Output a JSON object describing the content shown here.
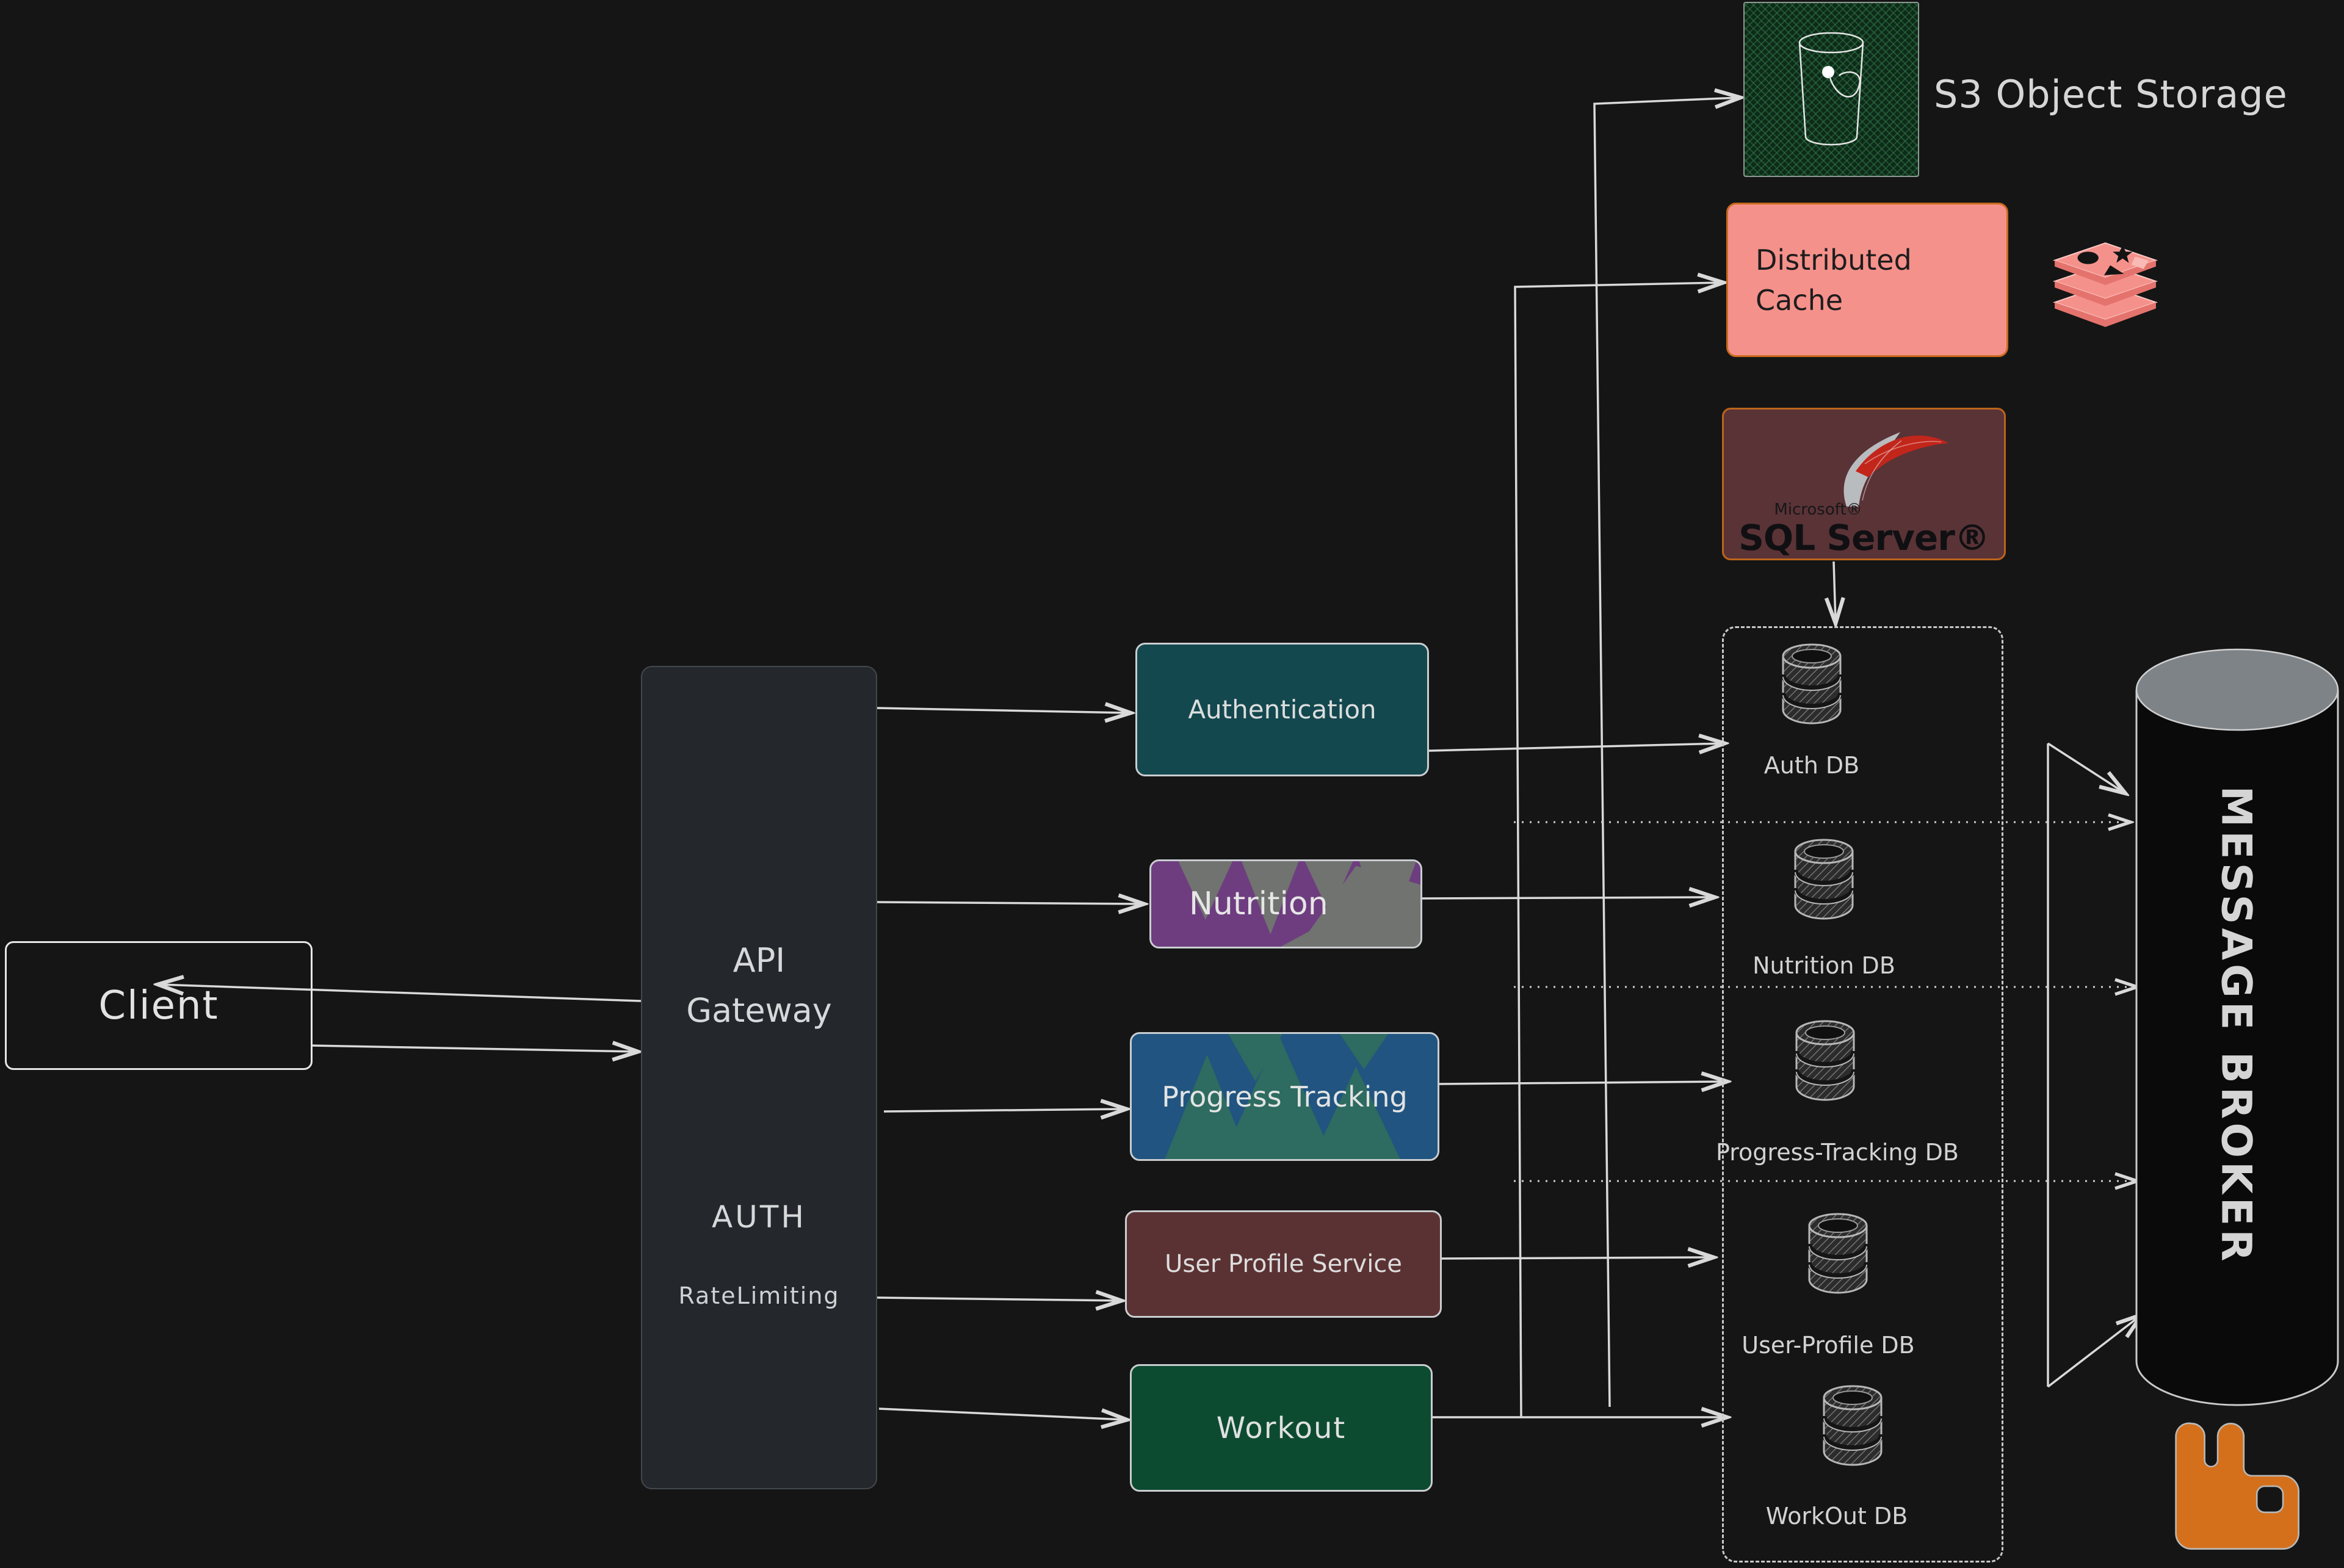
{
  "client": {
    "label": "Client"
  },
  "api_gateway": {
    "title": "API Gateway",
    "auth_label": "AUTH",
    "rate_label": "RateLimiting"
  },
  "services": [
    {
      "label": "Authentication"
    },
    {
      "label": "Nutrition"
    },
    {
      "label": "Progress Tracking"
    },
    {
      "label": "User Profile Service"
    },
    {
      "label": "Workout"
    }
  ],
  "external": {
    "s3_label": "S3 Object Storage",
    "cache_label": "Distributed Cache",
    "sql_brand": "Microsoft®",
    "sql_product": "SQL Server®"
  },
  "databases": [
    {
      "label": "Auth DB"
    },
    {
      "label": "Nutrition DB"
    },
    {
      "label": "Progress-Tracking DB"
    },
    {
      "label": "User-Profile DB"
    },
    {
      "label": "WorkOut DB"
    }
  ],
  "broker": {
    "label": "MESSAGE BROKER"
  },
  "colors": {
    "background": "#151515",
    "authentication": "#14484f",
    "nutrition": "#6e3d80",
    "nutrition_pattern": "#70736f",
    "progress_tracking": "#215480",
    "progress_pattern": "#2e6b60",
    "user_profile": "#5b3233",
    "workout": "#0d4b31",
    "api_gateway": "#24282d",
    "cache": "#f5918b",
    "cache_border": "#c96a1c",
    "sql_box": "#5a3336",
    "s3_box": "#0e2a1a",
    "rabbitmq": "#d4701c",
    "connector": "#d9d9d9",
    "broker_top": "#7e8387"
  }
}
